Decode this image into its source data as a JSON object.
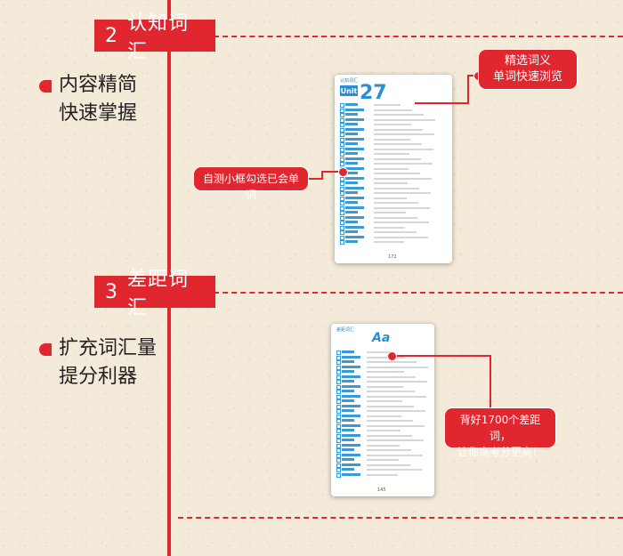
{
  "sections": [
    {
      "num": "2",
      "title": "认知词汇"
    },
    {
      "num": "3",
      "title": "差距词汇"
    }
  ],
  "features": [
    {
      "line1": "内容精简",
      "line2": "快速掌握"
    },
    {
      "line1": "扩充词汇量",
      "line2": "提分利器"
    }
  ],
  "callouts": {
    "select_line1": "精选词义",
    "select_line2": "单词快速浏览",
    "checkbox": "自测小框勾选已会单词",
    "gap_line1": "背好1700个差距词，",
    "gap_line2": "让你高考分更高！"
  },
  "page1": {
    "header": "认知词汇",
    "unit_label": "Unit",
    "unit_number": "27",
    "footer": "172"
  },
  "page2": {
    "header": "差距词汇",
    "letter": "Aa",
    "footer": "145"
  },
  "colors": {
    "accent": "#e0262e",
    "page_blue": "#2a8fd0",
    "background": "#f4ead9"
  }
}
